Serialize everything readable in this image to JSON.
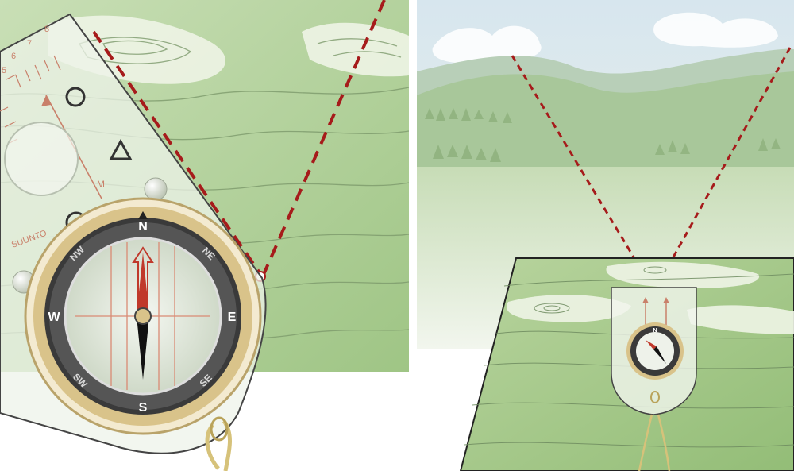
{
  "compass_rose": {
    "north": "N",
    "south": "S",
    "east": "E",
    "west": "W",
    "northeast": "NE",
    "northwest": "NW",
    "southeast": "SE",
    "southwest": "SW"
  },
  "baseplate": {
    "scale_numbers": [
      "8",
      "7",
      "6",
      "5"
    ],
    "scale_label": "SUUNTO",
    "marker_text": "M"
  },
  "colors": {
    "map_green": "#a9cc8f",
    "map_light": "#eef4e6",
    "bearing_line": "#a61b1b",
    "bezel_gold": "#d9c38a",
    "bezel_dark": "#3a3a3a",
    "needle_red": "#c0392b",
    "needle_black": "#111111",
    "sky": "#e6eef2"
  }
}
